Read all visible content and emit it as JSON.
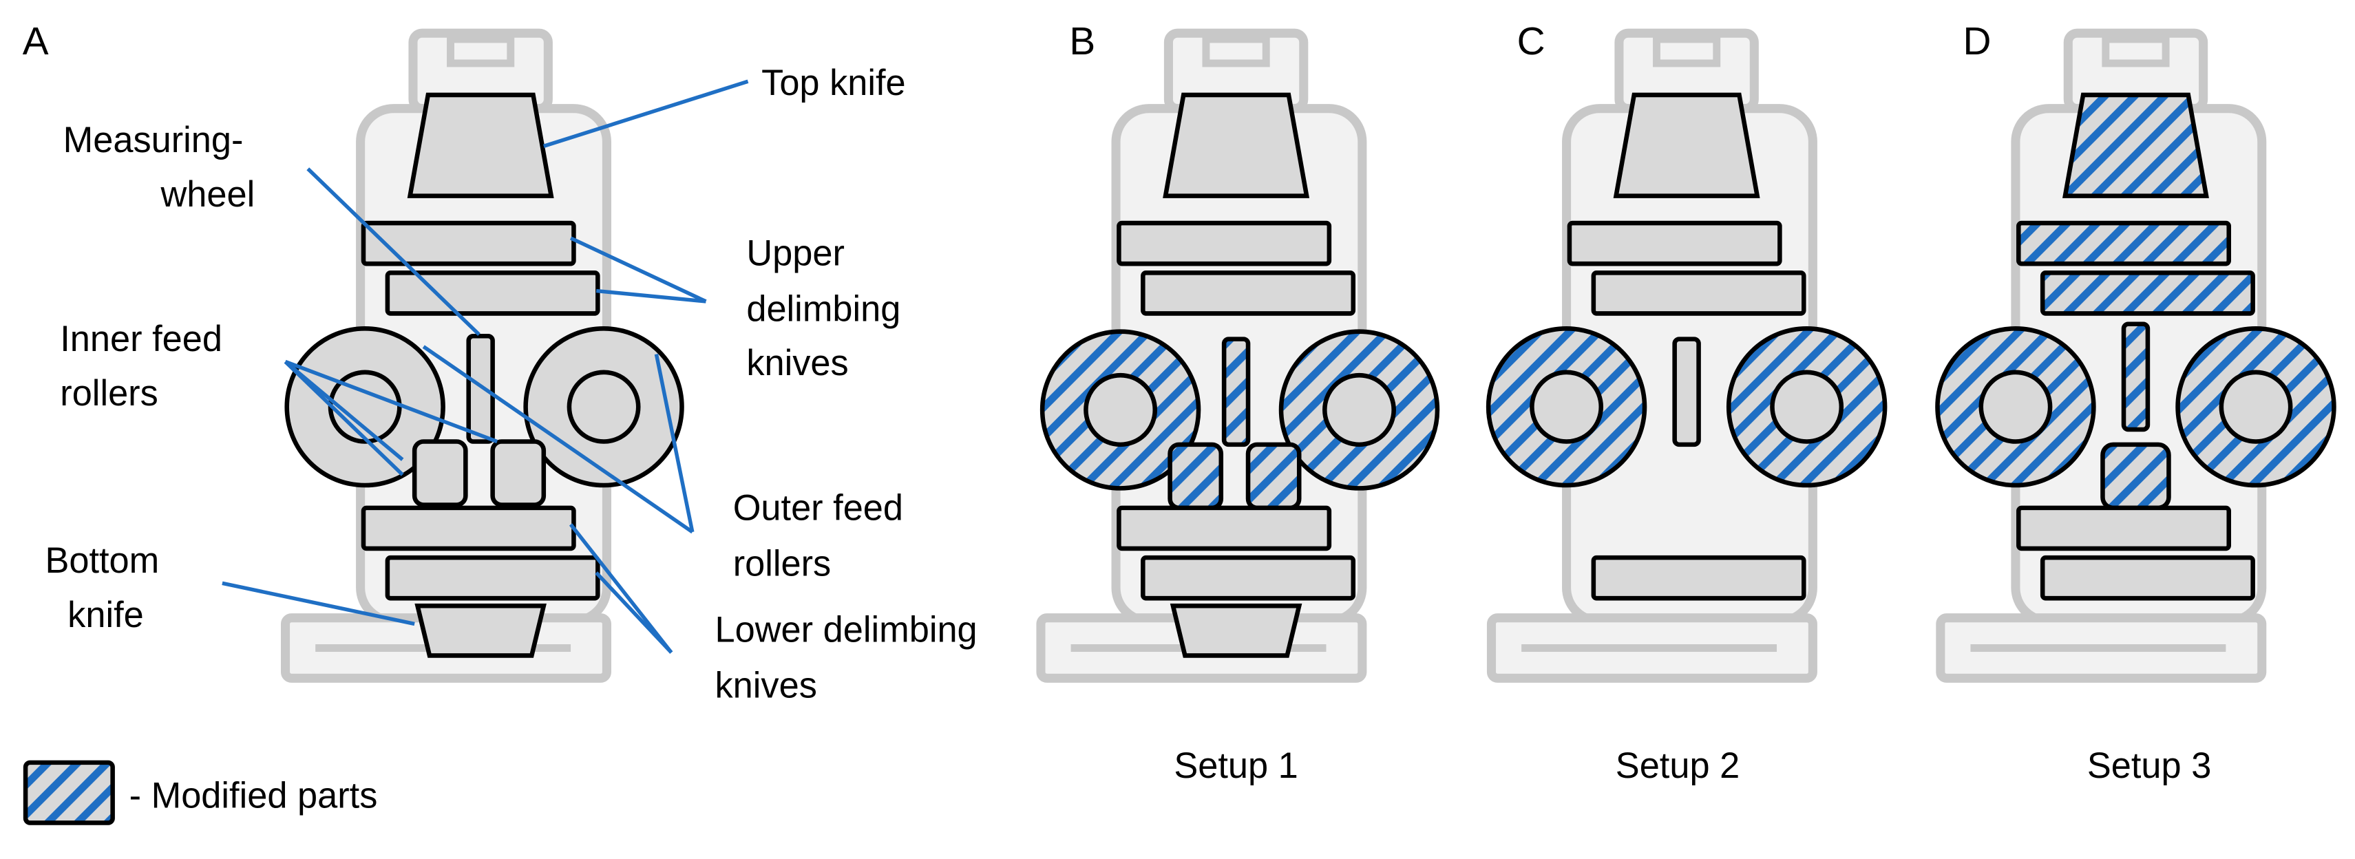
{
  "panels": {
    "A": {
      "letter": "A"
    },
    "B": {
      "letter": "B",
      "caption": "Setup 1"
    },
    "C": {
      "letter": "C",
      "caption": "Setup 2"
    },
    "D": {
      "letter": "D",
      "caption": "Setup 3"
    }
  },
  "labels": {
    "top_knife": "Top knife",
    "measuring_wheel_1": "Measuring-",
    "measuring_wheel_2": "wheel",
    "upper_delimbing_1": "Upper",
    "upper_delimbing_2": "delimbing",
    "upper_delimbing_3": "knives",
    "inner_feed_1": "Inner feed",
    "inner_feed_2": "rollers",
    "outer_feed_1": "Outer feed",
    "outer_feed_2": "rollers",
    "bottom_knife_1": "Bottom",
    "bottom_knife_2": "knife",
    "lower_delimbing_1": "Lower delimbing",
    "lower_delimbing_2": "knives"
  },
  "legend": {
    "text": "- Modified parts"
  },
  "colors": {
    "housing_fill": "#f2f2f2",
    "housing_stroke": "#c8c8c8",
    "part_fill": "#d9d9d9",
    "part_stroke": "#000000",
    "hatch": "#1f6fc4",
    "leader": "#1f6fc4"
  }
}
